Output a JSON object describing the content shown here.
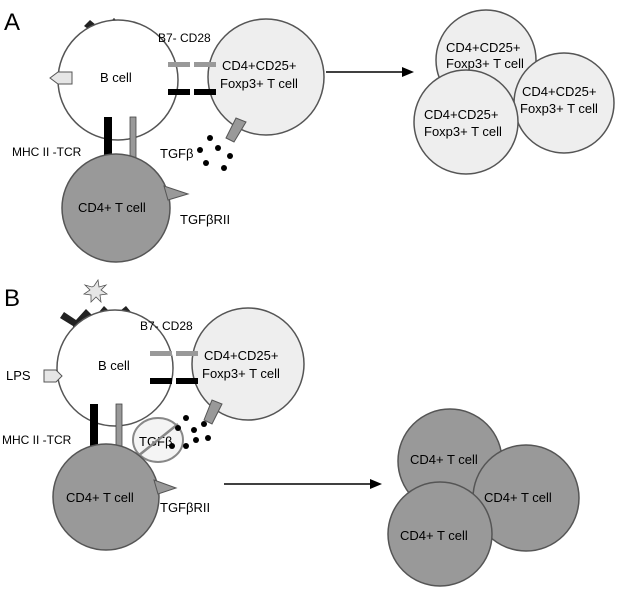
{
  "panel_a": {
    "letter": "A",
    "b_cell": "B cell",
    "b7_cd28": "B7- CD28",
    "treg_line1": "CD4+CD25+",
    "treg_line2": "Foxp3+ T cell",
    "mhc_tcr": "MHC II -TCR",
    "tgfb": "TGFβ",
    "cd4_t_cell": "CD4+ T cell",
    "tgfbrii": "TGFβRII",
    "result_treg_line1": "CD4+CD25+",
    "result_treg_line2": "Foxp3+ T cell"
  },
  "panel_b": {
    "letter": "B",
    "b7_cd28": "B7- CD28",
    "lps": "LPS",
    "b_cell": "B cell",
    "treg_line1": "CD4+CD25+",
    "treg_line2": "Foxp3+ T cell",
    "mhc_tcr": "MHC II -TCR",
    "tgfb": "TGFβ",
    "cd4_t_cell": "CD4+ T cell",
    "tgfbrii": "TGFβRII",
    "result_cd4": "CD4+ T cell"
  },
  "colors": {
    "b_cell_fill": "#ffffff",
    "treg_fill": "#eeeeee",
    "cd4_fill": "#999999",
    "receptor_light": "#999999",
    "receptor_dark": "#000000"
  }
}
